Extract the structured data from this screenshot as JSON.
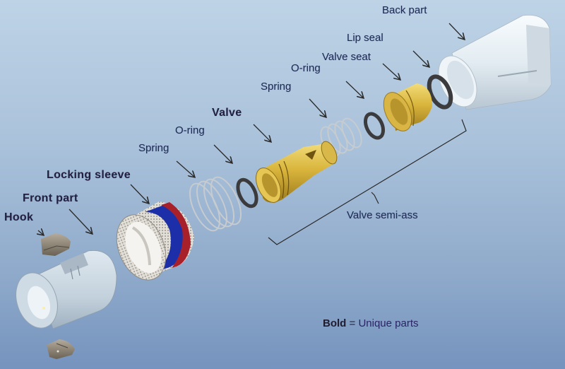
{
  "diagram": {
    "type": "exploded-view",
    "background_colors": [
      "#bed3e6",
      "#7593be"
    ],
    "parts": [
      {
        "id": "hook",
        "label": "Hook",
        "bold": true,
        "count": 2,
        "color": "#8a8272"
      },
      {
        "id": "front-part",
        "label": "Front part",
        "bold": true,
        "color": "#c9d6e0"
      },
      {
        "id": "locking-sleeve",
        "label": "Locking sleeve",
        "bold": true,
        "color": "#e6e4de",
        "band_colors": [
          "#1d2fa8",
          "#a8202a"
        ]
      },
      {
        "id": "spring-1",
        "label": "Spring",
        "bold": false,
        "color": "#d4d8dc"
      },
      {
        "id": "o-ring-1",
        "label": "O-ring",
        "bold": false,
        "color": "#3a3a3c"
      },
      {
        "id": "valve",
        "label": "Valve",
        "bold": true,
        "color": "#d6b43a"
      },
      {
        "id": "spring-2",
        "label": "Spring",
        "bold": false,
        "color": "#d4d8dc"
      },
      {
        "id": "o-ring-2",
        "label": "O-ring",
        "bold": false,
        "color": "#3a3a3c"
      },
      {
        "id": "valve-seat",
        "label": "Valve seat",
        "bold": false,
        "color": "#d6b43a"
      },
      {
        "id": "lip-seal",
        "label": "Lip seal",
        "bold": false,
        "color": "#3a3a3c"
      },
      {
        "id": "back-part",
        "label": "Back part",
        "bold": false,
        "color": "#eef3f7"
      }
    ],
    "group_bracket": {
      "label": "Valve semi-ass",
      "members": [
        "spring-2",
        "o-ring-2",
        "valve-seat",
        "lip-seal",
        "valve"
      ]
    },
    "legend": {
      "bold_word": "Bold",
      "equals": " = ",
      "meaning": "Unique parts"
    }
  }
}
